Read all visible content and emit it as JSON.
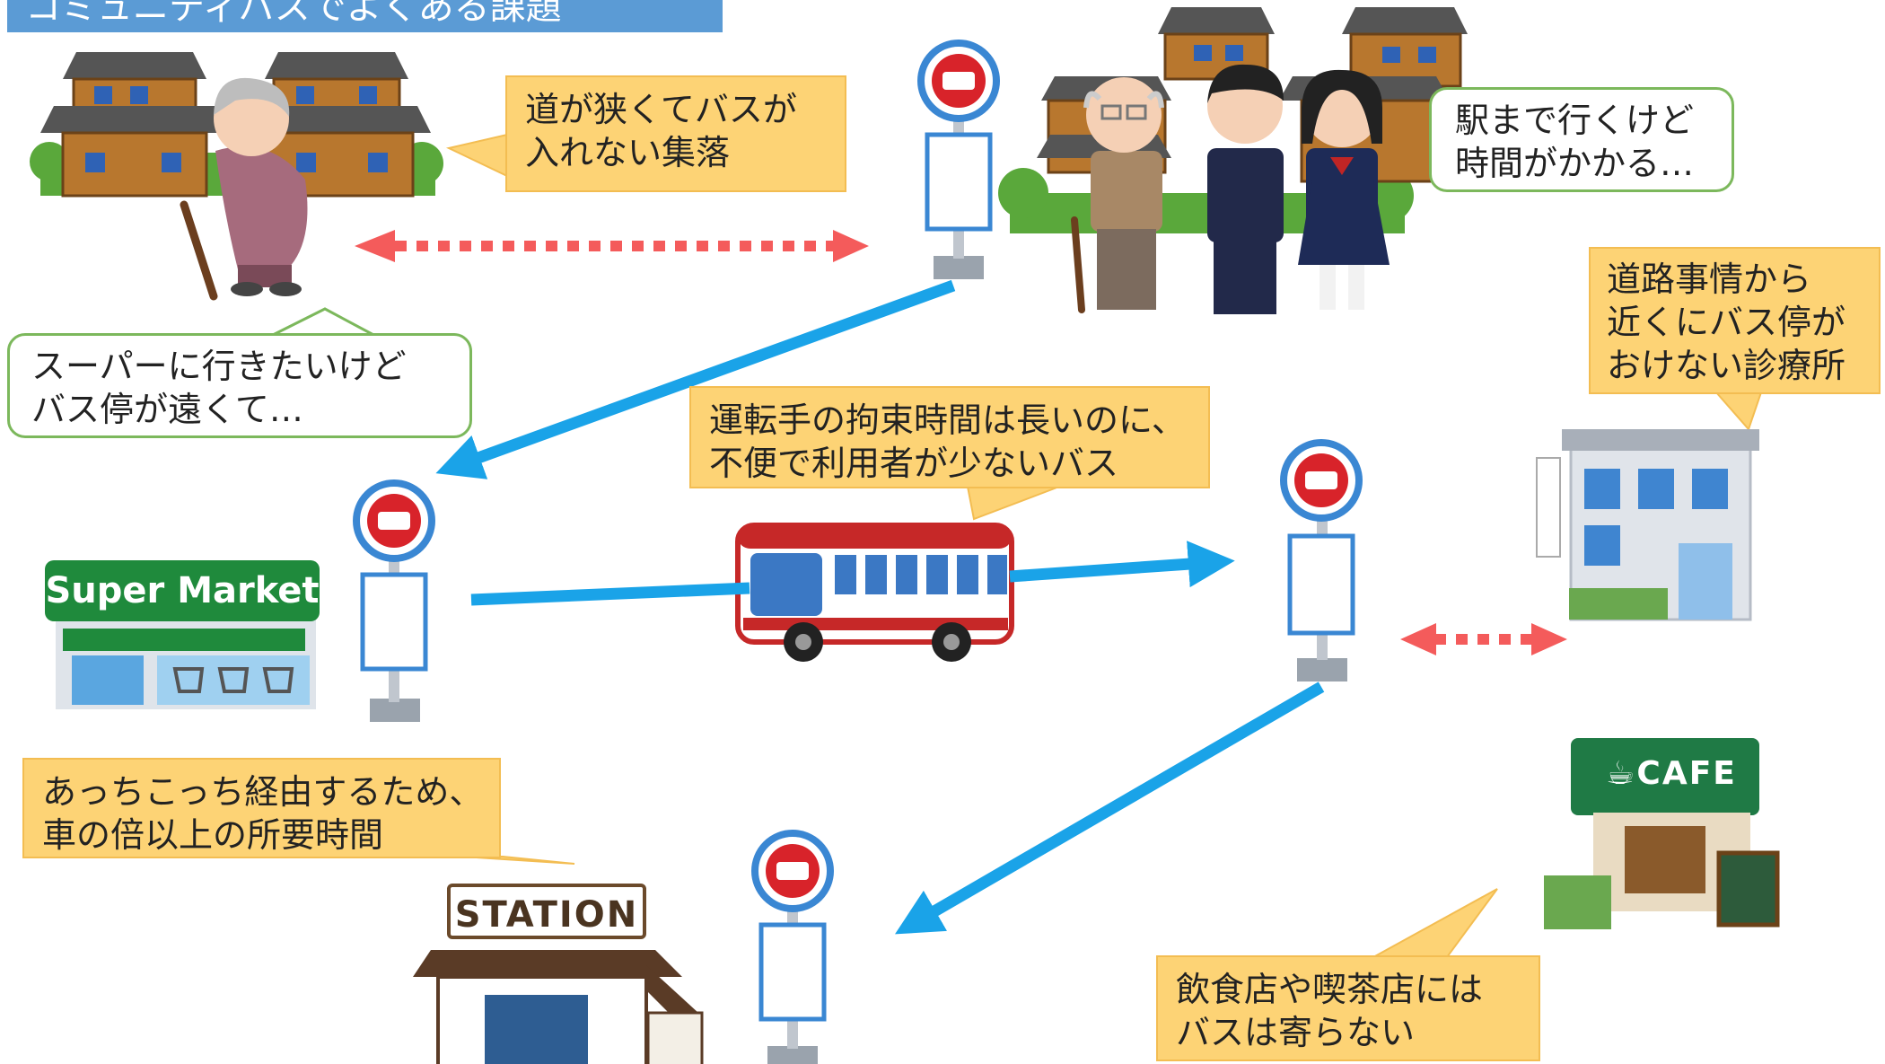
{
  "title": "コミュニティバスでよくある課題",
  "callouts": {
    "village": [
      "道が狭くてバスが",
      "入れない集落"
    ],
    "clinic": [
      "道路事情から",
      "近くにバス停が",
      "おけない診療所"
    ],
    "driver": [
      "運転手の拘束時間は長いのに、",
      "不便で利用者が少ないバス"
    ],
    "detour": [
      "あっちこっち経由するため、",
      "車の倍以上の所要時間"
    ],
    "cafe": [
      "飲食店や喫茶店には",
      "バスは寄らない"
    ],
    "station_trip": [
      "駅まで行くけど",
      "時間がかかる…"
    ],
    "supermarket_trip": [
      "スーパーに行きたいけど",
      "バス停が遠くて…"
    ]
  },
  "signs": {
    "supermarket": "Super Market",
    "station": "STATION",
    "cafe": "CAFE"
  },
  "colors": {
    "title_bg": "#5b9bd5",
    "route_arrow": "#1aa3e8",
    "gap_arrow": "#f45b5b",
    "callout_orange": "#fdd375",
    "callout_green_border": "#7cb85c"
  }
}
